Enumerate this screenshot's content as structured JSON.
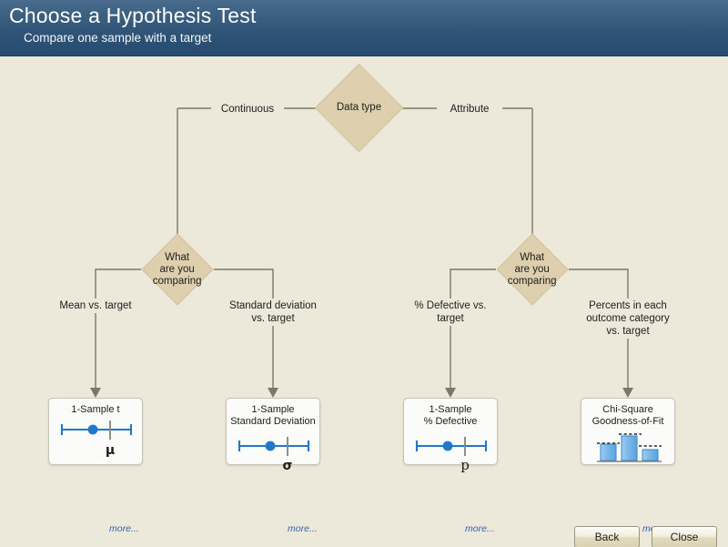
{
  "header": {
    "title": "Choose a Hypothesis Test",
    "subtitle": "Compare one sample with a target"
  },
  "colors": {
    "header_top": "#4a6c8d",
    "header_bottom": "#254b70",
    "canvas_bg": "#ece9db",
    "diamond_fill": "#ded0ae",
    "line": "#7d7866",
    "accent_blue": "#2079c8",
    "link_blue": "#2f5fb0",
    "box_bg": "#fbfbf9"
  },
  "flowchart": {
    "root": {
      "label": "Data type"
    },
    "branches": [
      {
        "label": "Continuous"
      },
      {
        "label": "Attribute"
      }
    ],
    "decisions": [
      {
        "label": "What\nare you\ncomparing"
      },
      {
        "label": "What\nare you\ncomparing"
      }
    ],
    "edge_labels": [
      {
        "label": "Mean vs. target"
      },
      {
        "label": "Standard deviation\nvs. target"
      },
      {
        "label": "% Defective vs.\ntarget"
      },
      {
        "label": "Percents in each\noutcome category\nvs. target"
      }
    ],
    "results": [
      {
        "title": "1-Sample t",
        "symbol": "μ",
        "icon": "interval-plot-icon",
        "more": "more..."
      },
      {
        "title": "1-Sample\nStandard Deviation",
        "symbol": "σ",
        "icon": "interval-plot-icon",
        "more": "more..."
      },
      {
        "title": "1-Sample\n% Defective",
        "symbol": "p",
        "icon": "interval-plot-icon",
        "more": "more..."
      },
      {
        "title": "Chi-Square\nGoodness-of-Fit",
        "symbol": "",
        "icon": "bar-chart-icon",
        "more": "more..."
      }
    ]
  },
  "footer": {
    "back_label": "Back",
    "close_label": "Close"
  }
}
